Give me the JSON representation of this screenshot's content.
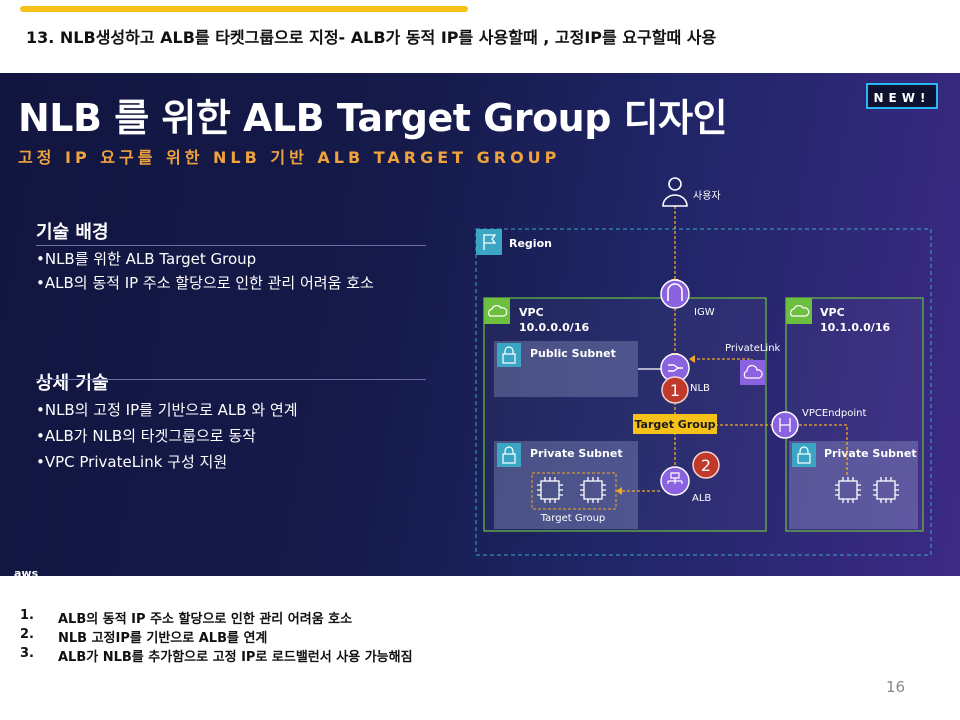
{
  "header": {
    "title": "13. NLB생성하고 ALB를 타켓그룹으로 지정- ALB가 동적 IP를 사용할때 , 고정IP를 요구할때 사용",
    "accent_color": "#f6c21a"
  },
  "slide": {
    "title": "NLB 를 위한 ALB Target Group 디자인",
    "subtitle": "고정 IP 요구를 위한 NLB 기반 ALB TARGET GROUP",
    "badge": "NEW!",
    "sections": [
      {
        "title": "기술 배경",
        "bullets": [
          "•NLB를 위한 ALB Target Group",
          "•ALB의 동적 IP 주소 할당으로 인한 관리 어려움 호소"
        ]
      },
      {
        "title": "상세 기술",
        "bullets": [
          "•NLB의 고정 IP를 기반으로 ALB 와 연계",
          "•ALB가 NLB의 타겟그룹으로 동작",
          "•VPC PrivateLink 구성 지원"
        ]
      }
    ],
    "aws_logo": "aws",
    "diagram": {
      "user": "사용자",
      "region": "Region",
      "vpc1": {
        "label": "VPC",
        "cidr": "10.0.0.0/16"
      },
      "vpc2": {
        "label": "VPC",
        "cidr": "10.1.0.0/16"
      },
      "igw": "IGW",
      "public_subnet": "Public Subnet",
      "private_subnet_1": "Private Subnet",
      "private_subnet_2": "Private Subnet",
      "nlb": "NLB",
      "alb": "ALB",
      "target_group_badge": "Target Group",
      "target_group_label": "Target Group",
      "privatelink": "PrivateLink",
      "vpc_endpoint": "VPCEndpoint",
      "step1": "1",
      "step2": "2",
      "colors": {
        "region": "#3aa6c4",
        "vpc": "#6cbf3f",
        "subnet": "#3aa6c4",
        "dashed_arrow": "#f5a623",
        "step": "#c0392b",
        "badge": "#f6c21a"
      }
    }
  },
  "notes": [
    {
      "num": "1.",
      "text": "ALB의 동적 IP 주소 할당으로 인한 관리 어려움 호소"
    },
    {
      "num": "2.",
      "text": "NLB 고정IP를 기반으로 ALB를 연계"
    },
    {
      "num": "3.",
      "text": "ALB가 NLB를 추가함으로 고정 IP로 로드밸런서 사용 가능해짐"
    }
  ],
  "page_number": "16"
}
